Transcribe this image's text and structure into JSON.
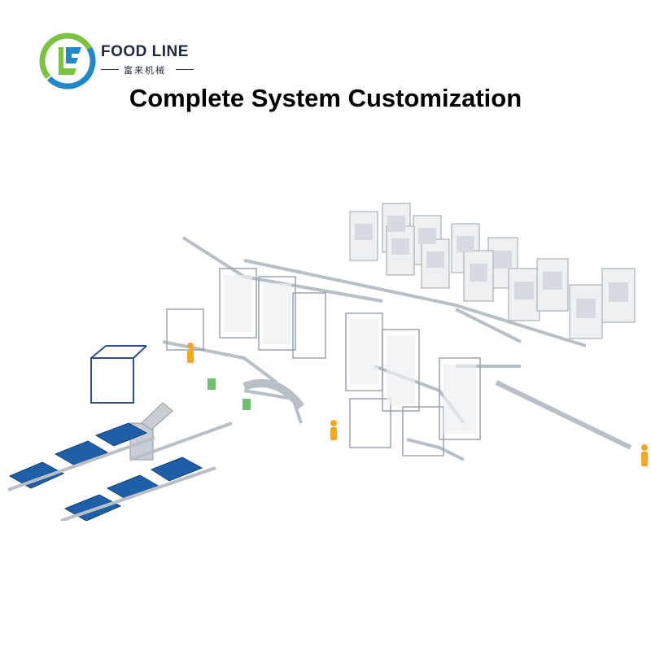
{
  "brand": {
    "name": "FOOD LINE",
    "name_cn": "富来机械",
    "logo_colors": {
      "green": "#7cc242",
      "blue": "#1e88c9"
    }
  },
  "headline": "Complete System Customization",
  "illustration": {
    "accent_colors": {
      "pallet": "#1f5fa8",
      "machine": "#eef0f2",
      "operator": "#f5a623",
      "frame": "#b8bfc7"
    }
  }
}
